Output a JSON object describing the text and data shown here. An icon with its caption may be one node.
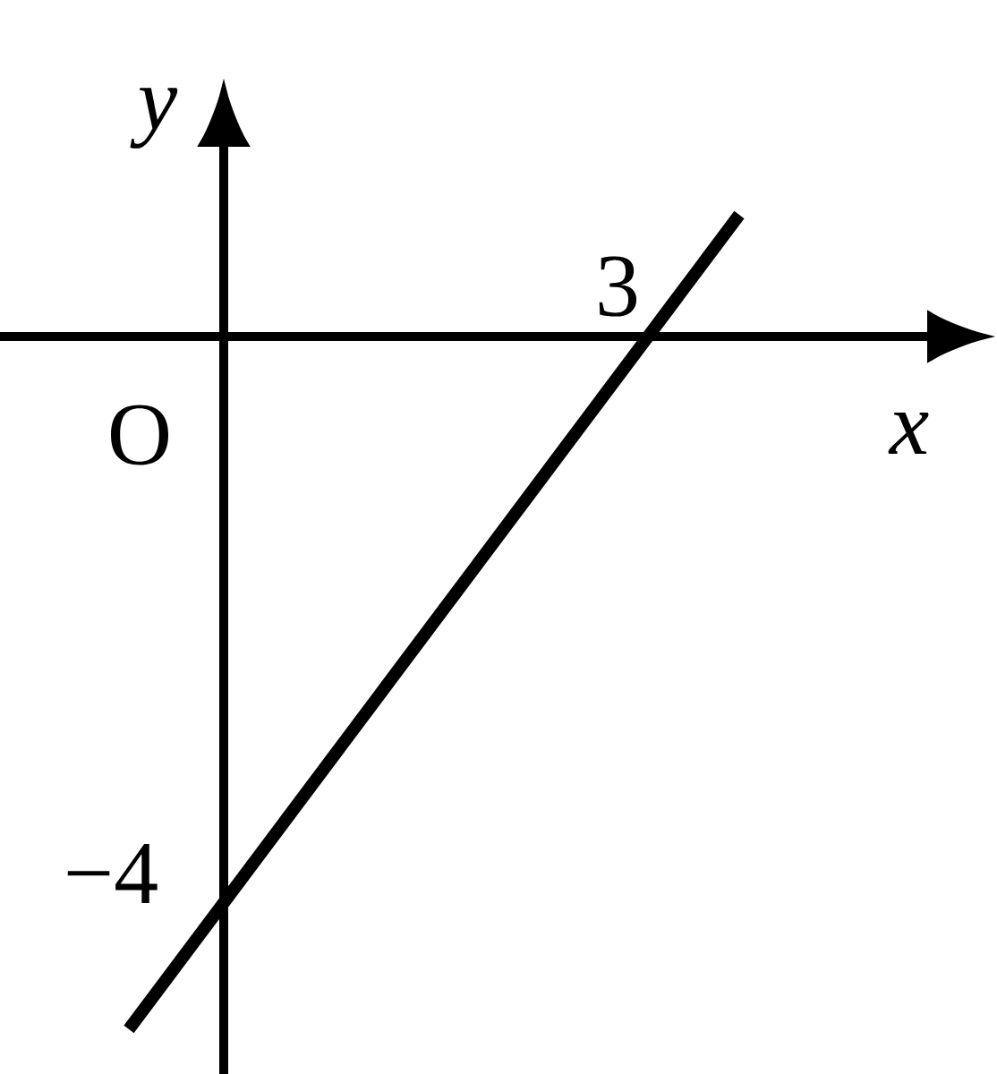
{
  "diagram": {
    "labels": [
      "y",
      "3",
      "O",
      "x",
      "−4"
    ]
  }
}
